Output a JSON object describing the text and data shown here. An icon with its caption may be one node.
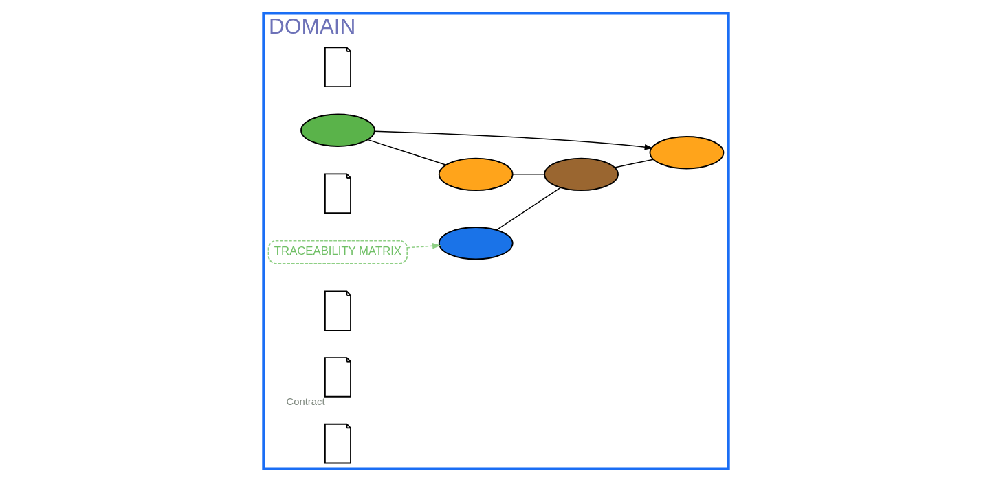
{
  "diagram": {
    "nodes": [
      {
        "text": [
          "DOMAIN"
        ]
      },
      {
        "text": [],
        "shape": "box",
        "in": 0
      },
      {
        "text": [],
        "shape": "ellipse",
        "in": 0
      },
      {
        "text": [],
        "shape": "ellipse",
        "in": 0
      },
      {
        "text": [],
        "shape": "box",
        "in": 0
      },
      {
        "text": [],
        "shape": "ellipse",
        "in": 0
      },
      {
        "text": [
          "TRACEABILITY MATRIX"
        ],
        "in": 0
      },
      {
        "text": [],
        "shape": "box",
        "in": 0
      },
      {
        "text": [],
        "shape": "box",
        "in": 0,
        "beside": [
          "Contract"
        ]
      },
      {
        "text": [],
        "shape": "ellipse",
        "in": 0
      },
      {
        "text": [],
        "shape": "box",
        "in": 0
      },
      {
        "text": [],
        "shape": "ellipse",
        "in": 0
      }
    ],
    "edges": [
      {
        "from": 5,
        "to": 11,
        "arrow": "none"
      },
      {
        "from": 11,
        "to": 3,
        "arrow": "none"
      },
      {
        "from": 2,
        "to": 3,
        "arrow": "to"
      },
      {
        "from": 2,
        "to": 9,
        "arrow": "none"
      },
      {
        "from": 9,
        "to": 11,
        "arrow": "none"
      },
      {
        "from": 6,
        "to": 5,
        "arrow": "to",
        "style": "dashed",
        "color": "#8fcf85"
      }
    ]
  }
}
